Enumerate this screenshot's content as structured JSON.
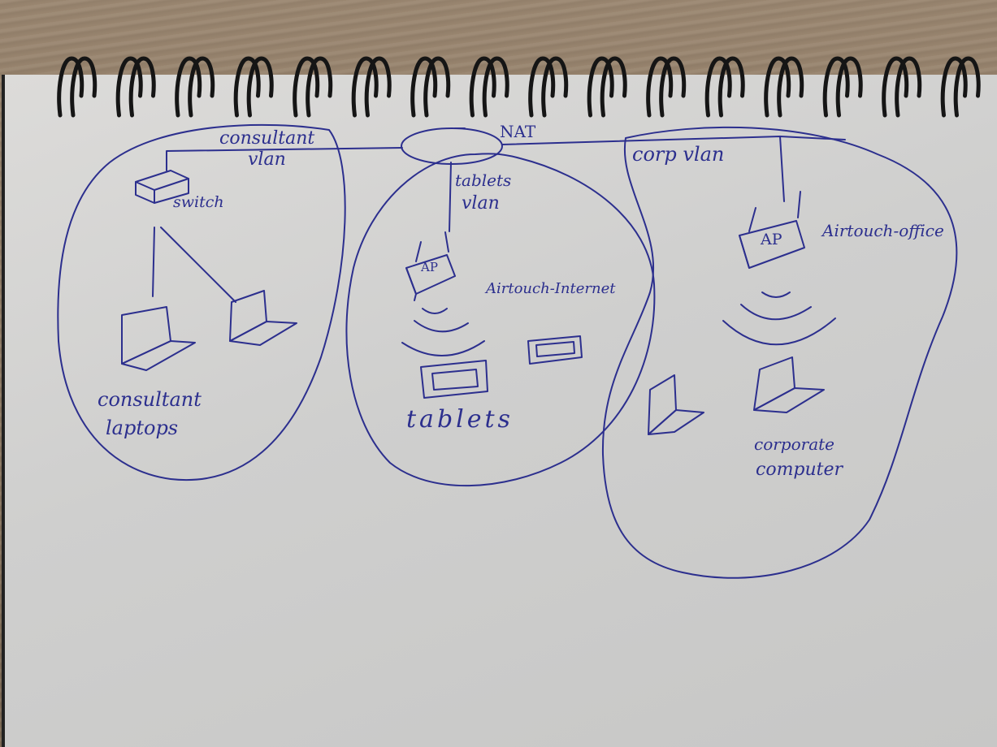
{
  "labels": {
    "consultant_vlan_1": "consultant",
    "consultant_vlan_2": "vlan",
    "nat": "NAT",
    "tablets_vlan_1": "tablets",
    "tablets_vlan_2": "vlan",
    "corp_vlan": "corp vlan",
    "switch": "switch",
    "ap_left": "AP",
    "ap_right": "AP",
    "airtouch_internet": "Airtouch-Internet",
    "airtouch_office": "Airtouch-office",
    "consultant_laptops_1": "consultant",
    "consultant_laptops_2": "laptops",
    "tablets": "tablets",
    "corporate_computer_1": "corporate",
    "corporate_computer_2": "computer"
  },
  "colors": {
    "ink": "#2c2f8e",
    "paper": "#d4d3d1",
    "desk": "#8a7560",
    "spiral": "#1a1a1a"
  },
  "icons": {
    "switch": "switch-icon",
    "access_point": "access-point-icon",
    "laptop": "laptop-icon",
    "tablet": "tablet-icon",
    "wifi": "wifi-waves-icon",
    "cloud": "nat-cloud-icon"
  }
}
